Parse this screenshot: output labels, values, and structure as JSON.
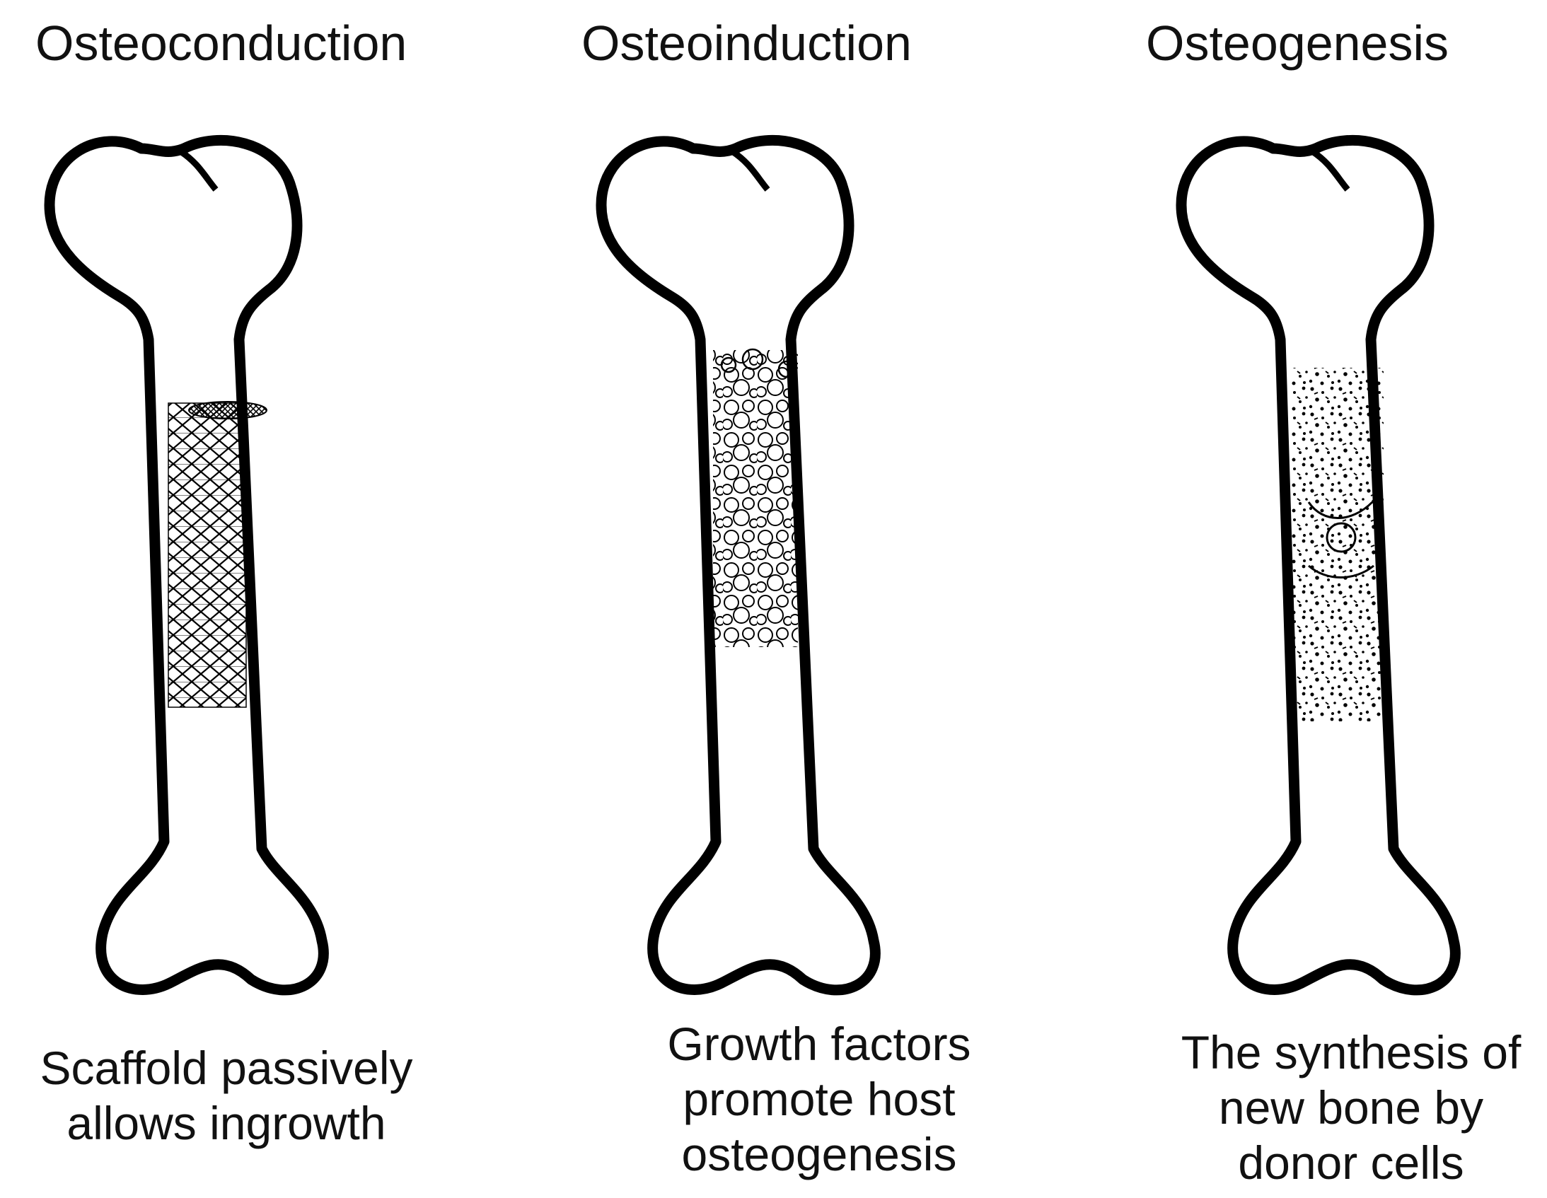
{
  "panels": [
    {
      "title": "Osteoconduction",
      "caption_lines": [
        "Scaffold passively",
        "allows ingrowth"
      ]
    },
    {
      "title": "Osteoinduction",
      "caption_lines": [
        "Growth factors",
        "promote host",
        "osteogenesis"
      ]
    },
    {
      "title": "Osteogenesis",
      "caption_lines": [
        "The synthesis of",
        "new bone by",
        "donor cells"
      ]
    }
  ],
  "colors": {
    "outline": "#000000",
    "background": "#ffffff"
  }
}
